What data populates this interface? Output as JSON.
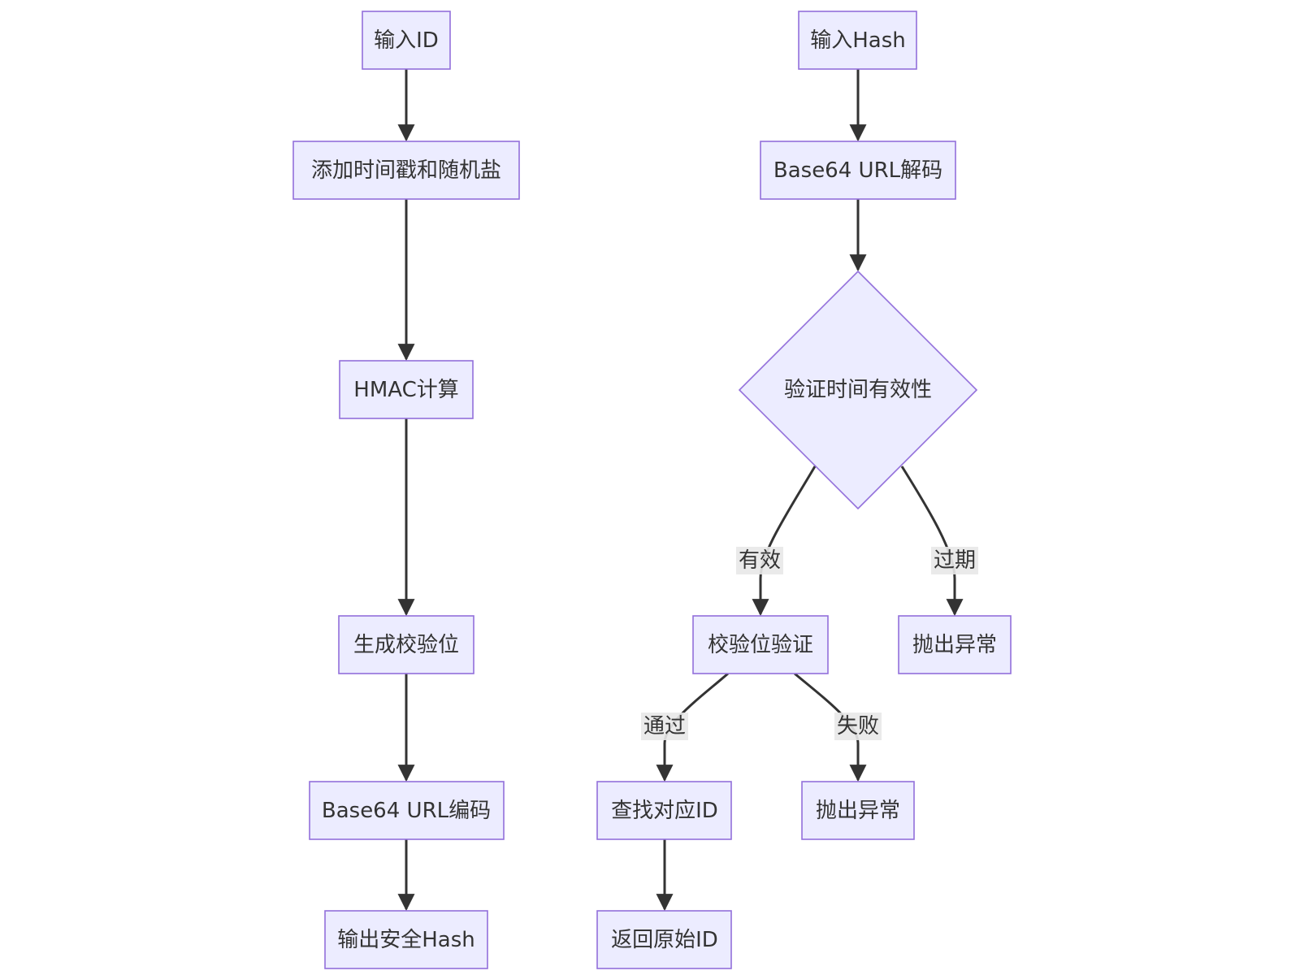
{
  "diagram": {
    "type": "flowchart",
    "colors": {
      "node_fill": "#ececff",
      "node_stroke": "#9370db",
      "edge": "#333333",
      "text": "#333333",
      "label_background": "#e8e8e8"
    },
    "encode_flow": {
      "input_id": "输入ID",
      "add_salt": "添加时间戳和随机盐",
      "hmac": "HMAC计算",
      "checksum": "生成校验位",
      "encode": "Base64 URL编码",
      "output": "输出安全Hash"
    },
    "decode_flow": {
      "input_hash": "输入Hash",
      "decode": "Base64 URL解码",
      "verify_time": "验证时间有效性",
      "verify_checksum": "校验位验证",
      "throw_expired": "抛出异常",
      "find_id": "查找对应ID",
      "throw_failed": "抛出异常",
      "return_id": "返回原始ID"
    },
    "edge_labels": {
      "valid": "有效",
      "expired": "过期",
      "pass": "通过",
      "fail": "失败"
    }
  }
}
